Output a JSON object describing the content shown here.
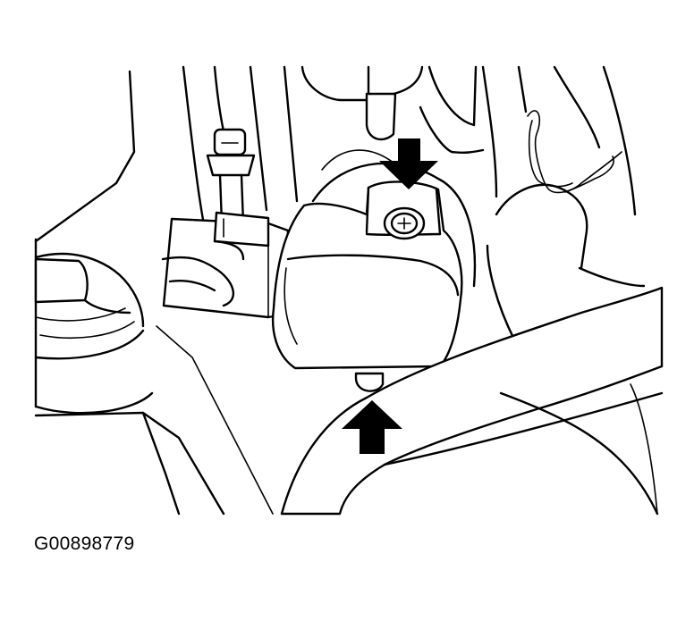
{
  "figure": {
    "id": "G00898779",
    "background": "#ffffff",
    "line_color": "#000000"
  },
  "callouts": [
    {
      "icon": "arrow-down-icon",
      "points_to": "upper-mounting-screw"
    },
    {
      "icon": "arrow-up-icon",
      "points_to": "lower-mounting-screw"
    }
  ]
}
